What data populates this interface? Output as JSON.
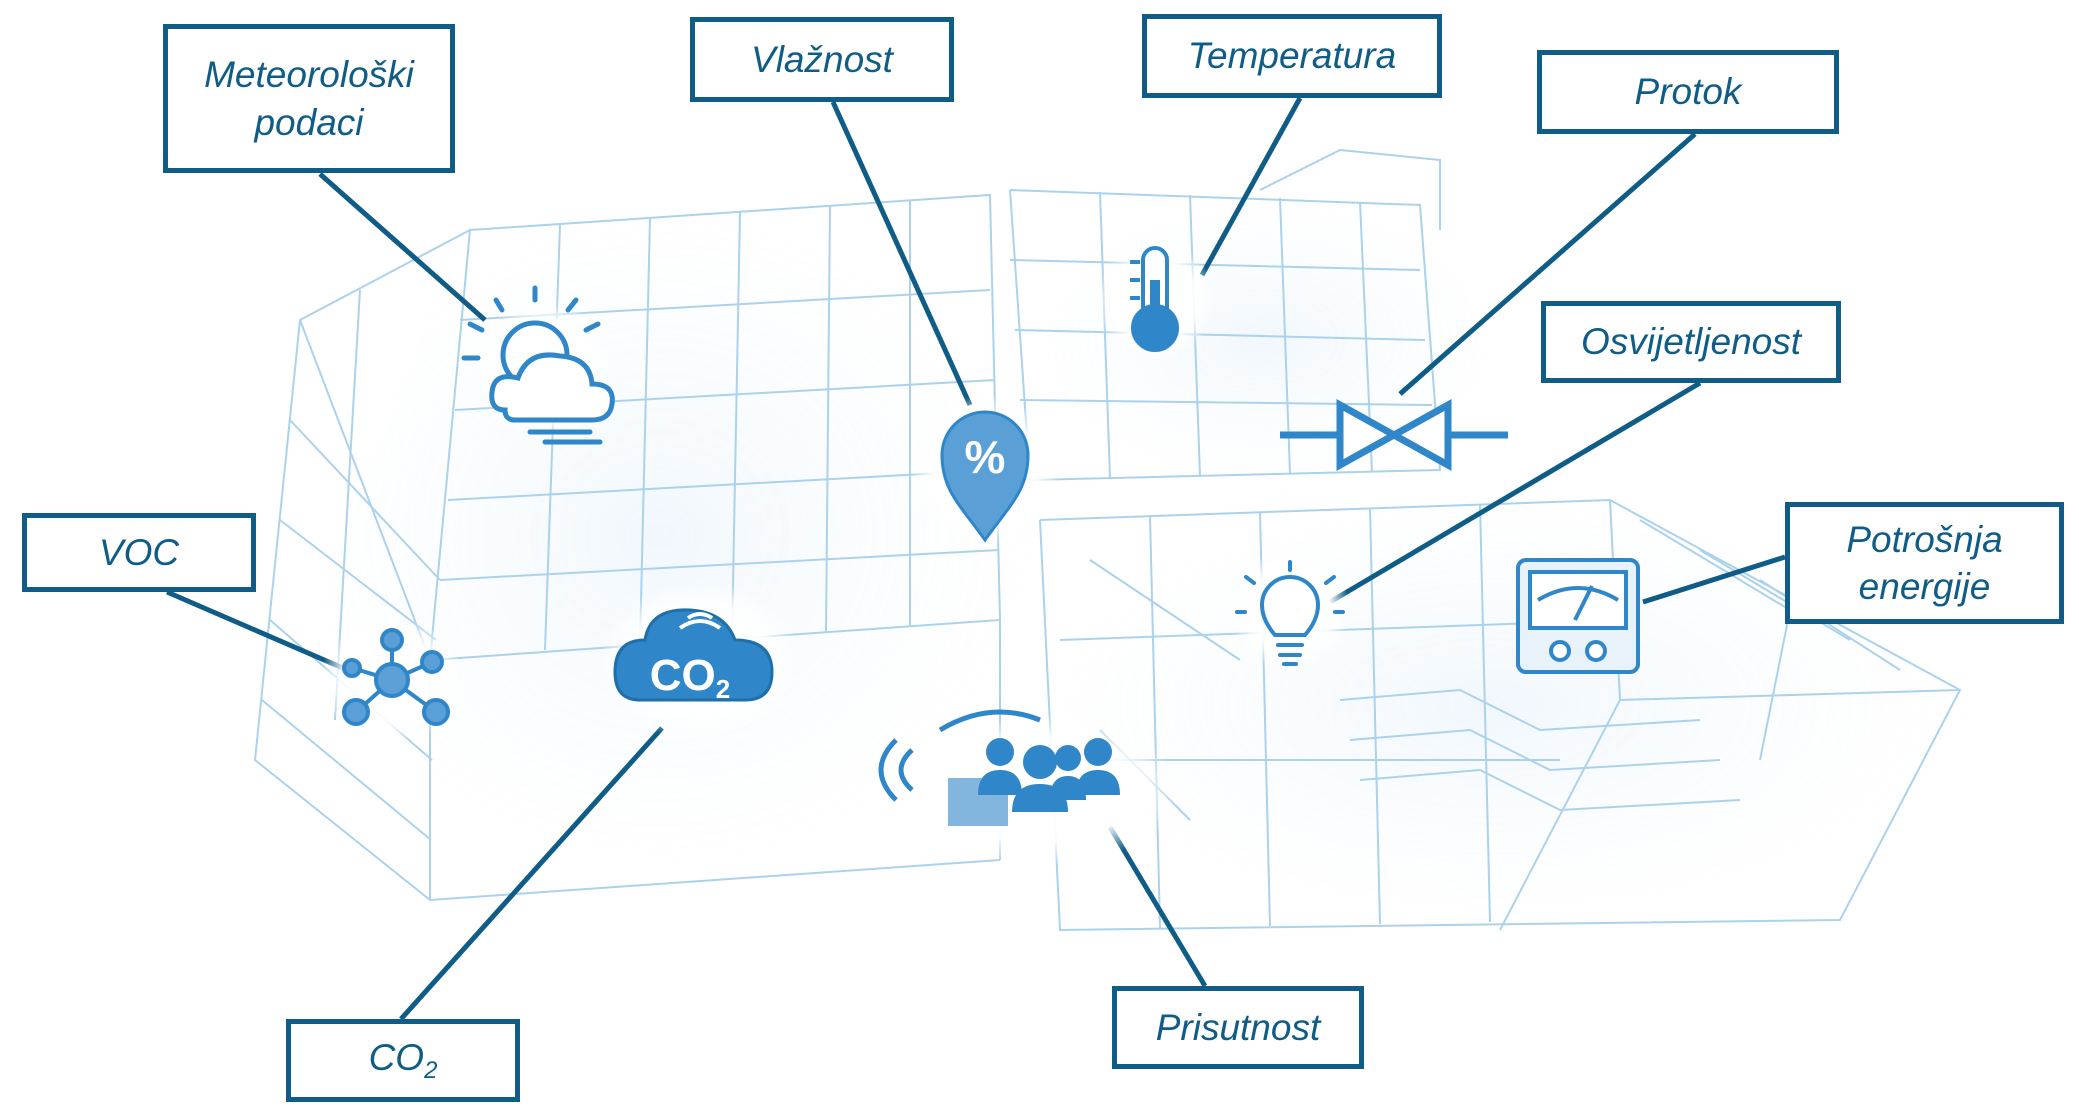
{
  "labels": {
    "meteo": "Meteorološki\npodaci",
    "vlaznost": "Vlažnost",
    "temperatura": "Temperatura",
    "protok": "Protok",
    "osvijetljenost": "Osvijetljenost",
    "potrosnja": "Potrošnja\nenergije",
    "voc": "VOC",
    "co2_main": "CO",
    "co2_sub": "2",
    "prisutnost": "Prisutnost"
  },
  "icons": {
    "co2_badge_text": "CO",
    "co2_badge_sub": "2",
    "humidity_symbol": "%"
  },
  "colors": {
    "label_border": "#0f5d86",
    "label_text": "#0f5d86",
    "connector": "#0f5d86",
    "icon_blue": "#2f86c8",
    "building_wire": "#8fc3e8"
  }
}
